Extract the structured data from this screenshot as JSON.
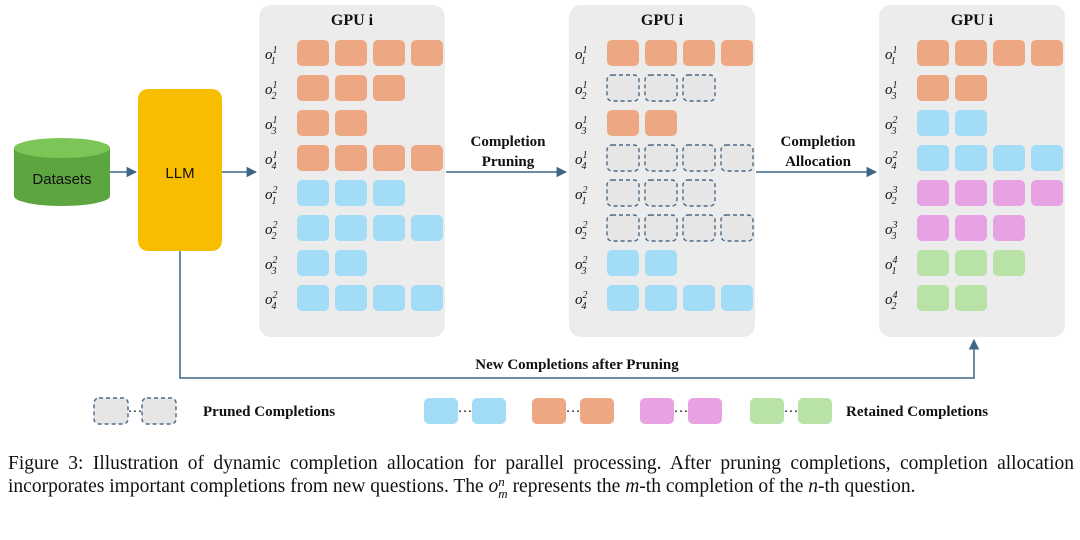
{
  "datasets_label": "Datasets",
  "llm_label": "LLM",
  "panels": [
    {
      "title": "GPU i",
      "rows": [
        {
          "q": 1,
          "c": 1,
          "color": "orange",
          "n": 4,
          "pruned": false
        },
        {
          "q": 1,
          "c": 2,
          "color": "orange",
          "n": 3,
          "pruned": false
        },
        {
          "q": 1,
          "c": 3,
          "color": "orange",
          "n": 2,
          "pruned": false
        },
        {
          "q": 1,
          "c": 4,
          "color": "orange",
          "n": 4,
          "pruned": false
        },
        {
          "q": 2,
          "c": 1,
          "color": "blue",
          "n": 3,
          "pruned": false
        },
        {
          "q": 2,
          "c": 2,
          "color": "blue",
          "n": 4,
          "pruned": false
        },
        {
          "q": 2,
          "c": 3,
          "color": "blue",
          "n": 2,
          "pruned": false
        },
        {
          "q": 2,
          "c": 4,
          "color": "blue",
          "n": 4,
          "pruned": false
        }
      ]
    },
    {
      "title": "GPU i",
      "rows": [
        {
          "q": 1,
          "c": 1,
          "color": "orange",
          "n": 4,
          "pruned": false
        },
        {
          "q": 1,
          "c": 2,
          "color": "pruned",
          "n": 3,
          "pruned": true
        },
        {
          "q": 1,
          "c": 3,
          "color": "orange",
          "n": 2,
          "pruned": false
        },
        {
          "q": 1,
          "c": 4,
          "color": "pruned",
          "n": 4,
          "pruned": true
        },
        {
          "q": 2,
          "c": 1,
          "color": "pruned",
          "n": 3,
          "pruned": true
        },
        {
          "q": 2,
          "c": 2,
          "color": "pruned",
          "n": 4,
          "pruned": true
        },
        {
          "q": 2,
          "c": 3,
          "color": "blue",
          "n": 2,
          "pruned": false
        },
        {
          "q": 2,
          "c": 4,
          "color": "blue",
          "n": 4,
          "pruned": false
        }
      ]
    },
    {
      "title": "GPU i",
      "rows": [
        {
          "q": 1,
          "c": 1,
          "color": "orange",
          "n": 4,
          "pruned": false
        },
        {
          "q": 1,
          "c": 3,
          "color": "orange",
          "n": 2,
          "pruned": false
        },
        {
          "q": 2,
          "c": 3,
          "color": "blue",
          "n": 2,
          "pruned": false
        },
        {
          "q": 2,
          "c": 4,
          "color": "blue",
          "n": 4,
          "pruned": false
        },
        {
          "q": 3,
          "c": 2,
          "color": "pink",
          "n": 4,
          "pruned": false
        },
        {
          "q": 3,
          "c": 3,
          "color": "pink",
          "n": 3,
          "pruned": false
        },
        {
          "q": 4,
          "c": 1,
          "color": "green",
          "n": 3,
          "pruned": false
        },
        {
          "q": 4,
          "c": 2,
          "color": "green",
          "n": 2,
          "pruned": false
        }
      ]
    }
  ],
  "arrow_labels": {
    "pruning": [
      "Completion",
      "Pruning"
    ],
    "allocation": [
      "Completion",
      "Allocation"
    ],
    "new_completions": "New Completions  after Pruning"
  },
  "legend": {
    "pruned_label": "Pruned Completions",
    "retained_label": "Retained Completions",
    "ellipsis": "···",
    "retained_colors": [
      "blue",
      "orange",
      "pink",
      "green"
    ]
  },
  "colors": {
    "orange": "#eda783",
    "blue": "#a3dcf7",
    "pink": "#e6a2e2",
    "green": "#b9e2a6",
    "pruned_fill": "#e6e6e6",
    "pruned_stroke": "#4b6a86",
    "panel_bg": "#ececec",
    "llm": "#f9bd00",
    "datasets": "#5da53f",
    "arrow": "#3f6785"
  },
  "caption": {
    "part1": "Figure 3: Illustration of dynamic completion allocation for parallel processing.  After pruning completions, completion allocation incorporates important completions from new questions. The ",
    "symbol_base": "o",
    "symbol_sup": "n",
    "symbol_sub": "m",
    "part2": " represents the ",
    "m_var": "m",
    "part3": "-th completion of the ",
    "n_var": "n",
    "part4": "-th question."
  }
}
